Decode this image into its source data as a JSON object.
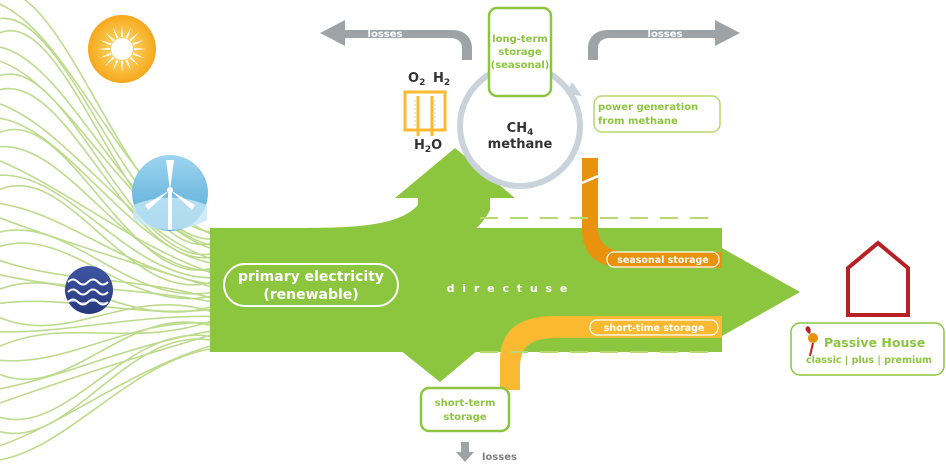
{
  "sources": {
    "sun": "sun-icon",
    "wind": "wind-turbine-icon",
    "water": "water-waves-icon"
  },
  "primary": {
    "line1": "primary electricity",
    "line2": "(renewable)"
  },
  "direct_use": "d i r e c t   u s e",
  "methane": {
    "formula_base": "CH",
    "formula_sub": "4",
    "name": "methane"
  },
  "electrolysis": {
    "o2": "O",
    "o2_sub": "2",
    "h2": "H",
    "h2_sub": "2",
    "h2o_h": "H",
    "h2o_sub": "2",
    "h2o_o": "O"
  },
  "long_term": {
    "line1": "long-term",
    "line2": "storage",
    "line3": "(seasonal)"
  },
  "power_gen": {
    "line1": "power generation",
    "line2": "from methane"
  },
  "losses_left": "losses",
  "losses_right": "losses",
  "losses_bottom": "losses",
  "seasonal_storage": "seasonal storage",
  "short_time_storage": "short-time storage",
  "short_term": {
    "line1": "short-term",
    "line2": "storage"
  },
  "passive_house": {
    "title": "Passive House",
    "classes": "classic | plus | premium"
  },
  "colors": {
    "green": "#8cc63f",
    "light_green": "#b5d96f",
    "orange": "#e8920d",
    "yellow": "#fbb931",
    "grey": "#9ea3a8",
    "circle": "#c9d3dc",
    "house": "#b72025"
  }
}
